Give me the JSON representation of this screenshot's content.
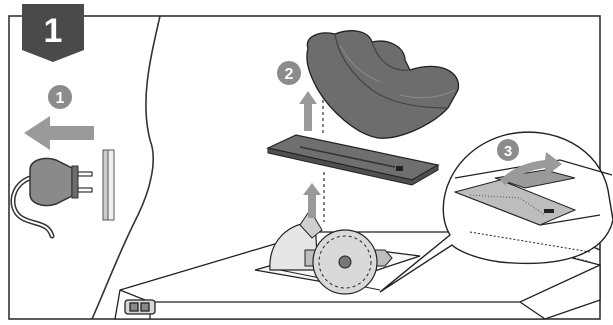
{
  "step_badge": {
    "label": "1"
  },
  "callouts": [
    {
      "label": "1",
      "meaning": "unplug-power"
    },
    {
      "label": "2",
      "meaning": "lift-off-blade-guard"
    },
    {
      "label": "3",
      "meaning": "remove-throat-plate"
    }
  ],
  "colors": {
    "frame": "#333333",
    "badge": "#4a4a4a",
    "callout": "#8c8c8c",
    "guard_dark": "#6d6d6d",
    "guard_light": "#9a9a9a",
    "arrow": "#9a9a9a",
    "line": "#222222"
  },
  "icons": [
    "power-plug-icon",
    "wall-socket-icon",
    "unplug-arrow-icon",
    "lift-arrow-icon",
    "remove-arrow-icon"
  ]
}
